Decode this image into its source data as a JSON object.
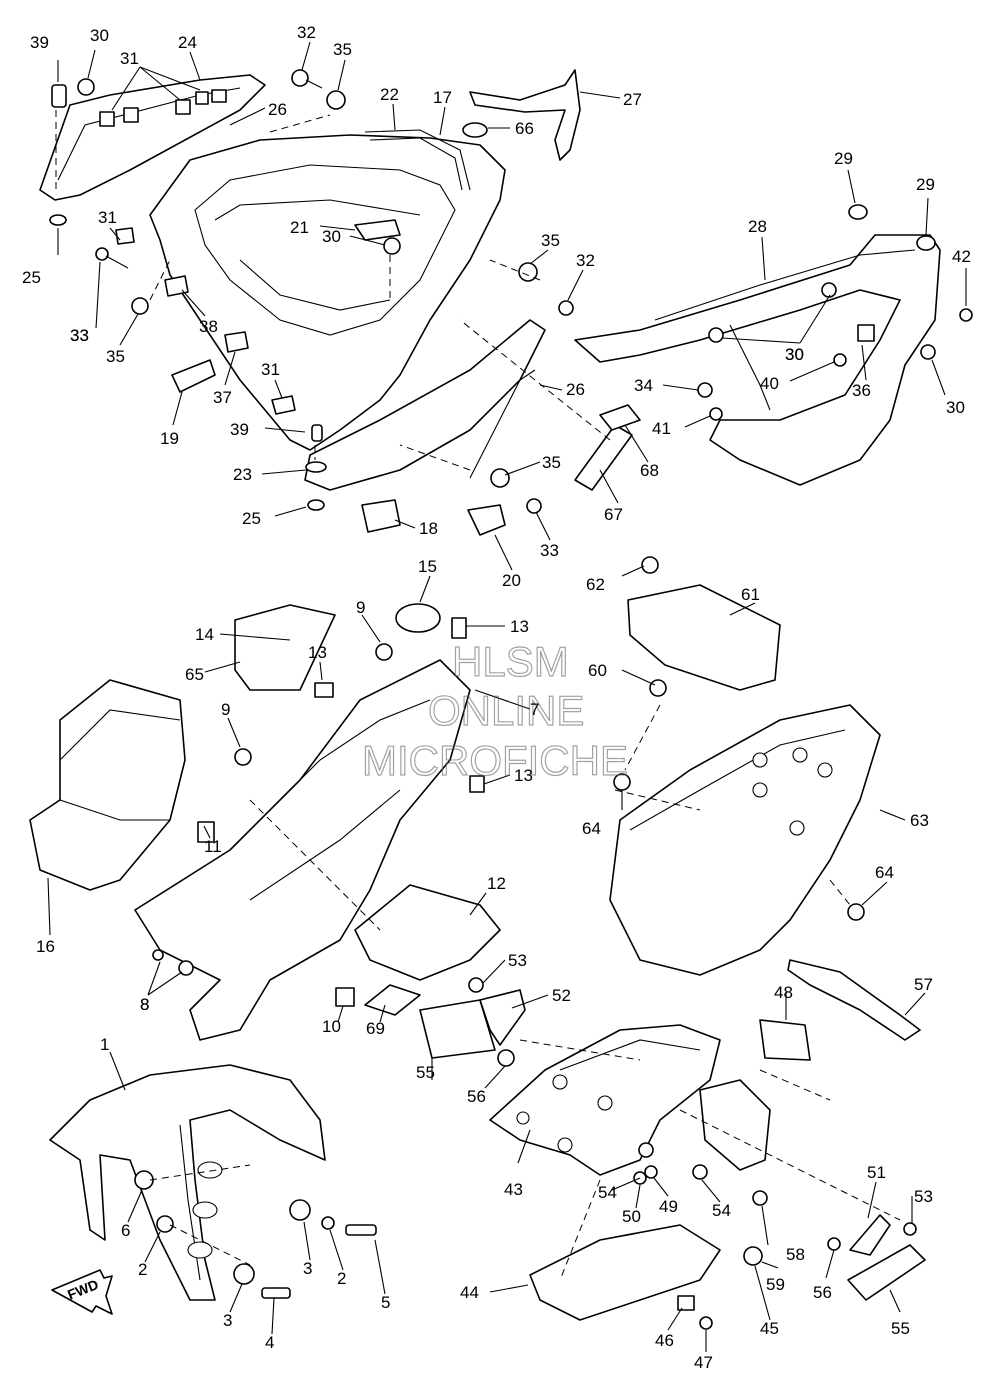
{
  "diagram": {
    "callouts": [
      "1",
      "2",
      "2",
      "3",
      "3",
      "4",
      "5",
      "6",
      "7",
      "8",
      "8",
      "9",
      "9",
      "10",
      "11",
      "12",
      "13",
      "13",
      "13",
      "14",
      "15",
      "16",
      "17",
      "18",
      "19",
      "20",
      "21",
      "22",
      "23",
      "24",
      "25",
      "25",
      "26",
      "26",
      "27",
      "28",
      "29",
      "29",
      "30",
      "30",
      "30",
      "30",
      "30",
      "31",
      "31",
      "31",
      "32",
      "32",
      "33",
      "33",
      "33",
      "34",
      "35",
      "35",
      "35",
      "35",
      "36",
      "37",
      "38",
      "39",
      "39",
      "40",
      "41",
      "42",
      "43",
      "44",
      "45",
      "46",
      "47",
      "48",
      "49",
      "50",
      "51",
      "52",
      "53",
      "53",
      "54",
      "54",
      "55",
      "55",
      "56",
      "56",
      "57",
      "58",
      "59",
      "60",
      "61",
      "62",
      "63",
      "64",
      "64",
      "65",
      "66",
      "67",
      "68",
      "69"
    ]
  },
  "watermark": {
    "line1": "HLSM",
    "line2": "ONLINE",
    "line3": "MICROFICHE"
  },
  "fwd_label": "FWD"
}
